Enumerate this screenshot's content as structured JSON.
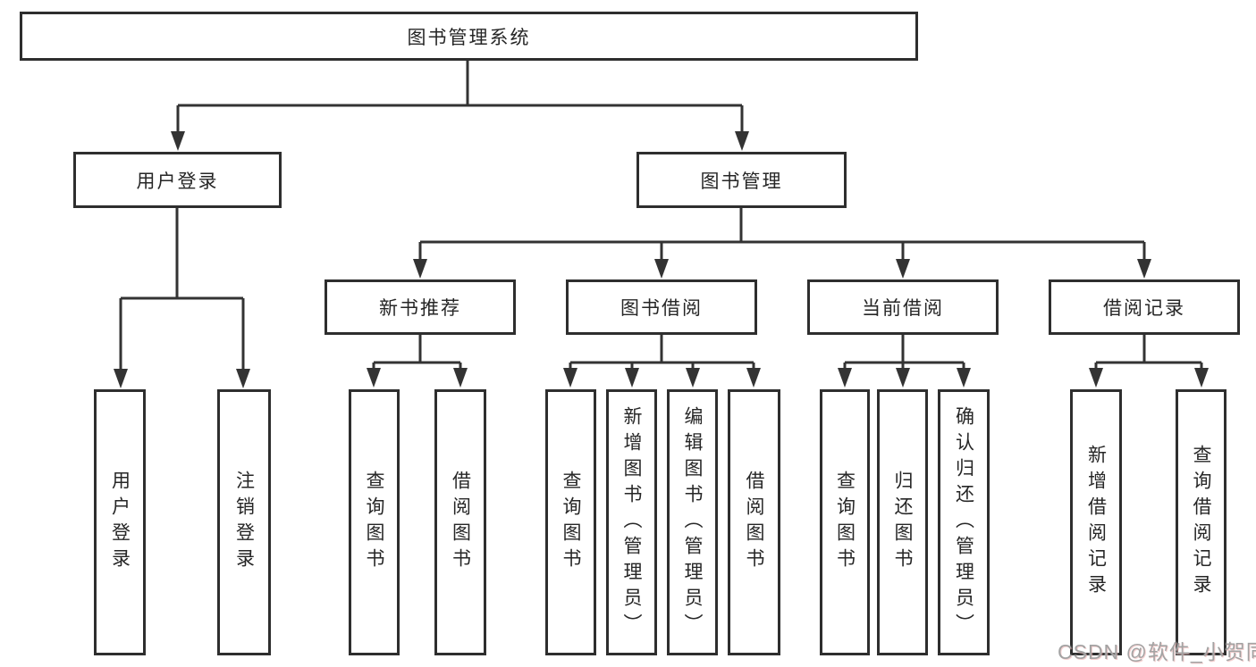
{
  "diagram": {
    "title": "图书管理系统",
    "root": {
      "label": "图书管理系统"
    },
    "level1": [
      {
        "label": "用户登录"
      },
      {
        "label": "图书管理"
      }
    ],
    "level2": [
      {
        "label": "新书推荐"
      },
      {
        "label": "图书借阅"
      },
      {
        "label": "当前借阅"
      },
      {
        "label": "借阅记录"
      }
    ],
    "leaves": [
      {
        "label": "用户登录"
      },
      {
        "label": "注销登录"
      },
      {
        "label": "查询图书"
      },
      {
        "label": "借阅图书"
      },
      {
        "label": "查询图书"
      },
      {
        "label": "新增图书（管理员）"
      },
      {
        "label": "编辑图书（管理员）"
      },
      {
        "label": "借阅图书"
      },
      {
        "label": "查询图书"
      },
      {
        "label": "归还图书"
      },
      {
        "label": "确认归还（管理员）"
      },
      {
        "label": "新增借阅记录"
      },
      {
        "label": "查询借阅记录"
      }
    ],
    "edges": [
      {
        "from": "图书管理系统",
        "to": [
          "用户登录",
          "图书管理"
        ]
      },
      {
        "from": "用户登录",
        "to": [
          "用户登录",
          "注销登录"
        ]
      },
      {
        "from": "图书管理",
        "to": [
          "新书推荐",
          "图书借阅",
          "当前借阅",
          "借阅记录"
        ]
      },
      {
        "from": "新书推荐",
        "to": [
          "查询图书",
          "借阅图书"
        ]
      },
      {
        "from": "图书借阅",
        "to": [
          "查询图书",
          "新增图书（管理员）",
          "编辑图书（管理员）",
          "借阅图书"
        ]
      },
      {
        "from": "当前借阅",
        "to": [
          "查询图书",
          "归还图书",
          "确认归还（管理员）"
        ]
      },
      {
        "from": "借阅记录",
        "to": [
          "新增借阅记录",
          "查询借阅记录"
        ]
      }
    ],
    "watermark": "CSDN @软件_小贺同学",
    "colors": {
      "line": "#333333",
      "border": "#2e2e2e",
      "text": "#262626",
      "background": "#ffffff",
      "watermark": "#a3a3a3"
    }
  }
}
